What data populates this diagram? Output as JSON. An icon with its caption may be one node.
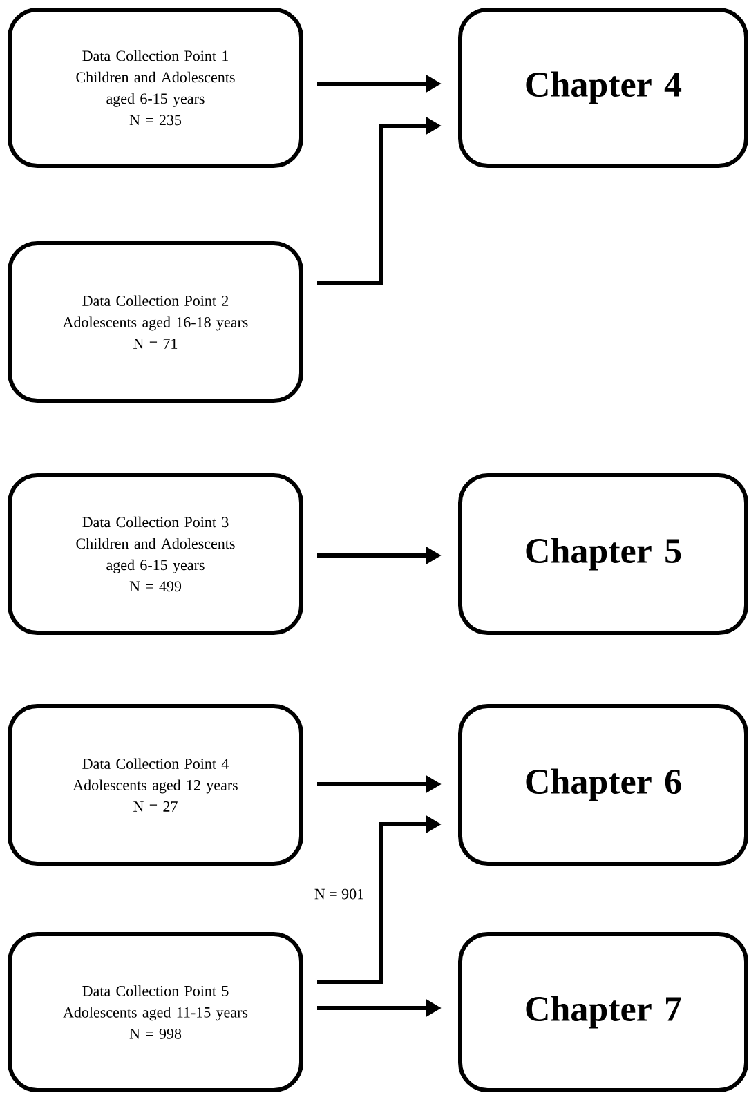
{
  "diagram": {
    "nodes": [
      {
        "text": [
          "Data Collection Point 1",
          "Children and Adolescents aged 6-15 years",
          "N = 235"
        ]
      },
      {
        "text": [
          "Chapter 4"
        ]
      },
      {
        "text": [
          "Data Collection Point 2",
          "Adolescents aged 16-18 years",
          "N = 71"
        ]
      },
      {
        "text": [
          "Data Collection Point 3",
          "Children and Adolescents aged 6-15 years",
          "N = 499"
        ]
      },
      {
        "text": [
          "Chapter 5"
        ]
      },
      {
        "text": [
          "Data Collection Point 4",
          "Adolescents aged 12 years",
          "N = 27"
        ]
      },
      {
        "text": [
          "Chapter 6"
        ]
      },
      {
        "text": [
          "Data Collection Point 5",
          "Adolescents aged 11-15 years",
          "N = 998"
        ]
      },
      {
        "text": [
          "Chapter 7"
        ]
      }
    ],
    "edges": [
      {
        "from": 0,
        "to": 1,
        "arrow": "to"
      },
      {
        "from": 2,
        "to": 1,
        "arrow": "to"
      },
      {
        "from": 3,
        "to": 4,
        "arrow": "to"
      },
      {
        "from": 5,
        "to": 6,
        "arrow": "to"
      },
      {
        "from": 7,
        "to": 6,
        "arrow": "to",
        "label": "N = 901"
      },
      {
        "from": 7,
        "to": 8,
        "arrow": "to"
      }
    ]
  }
}
